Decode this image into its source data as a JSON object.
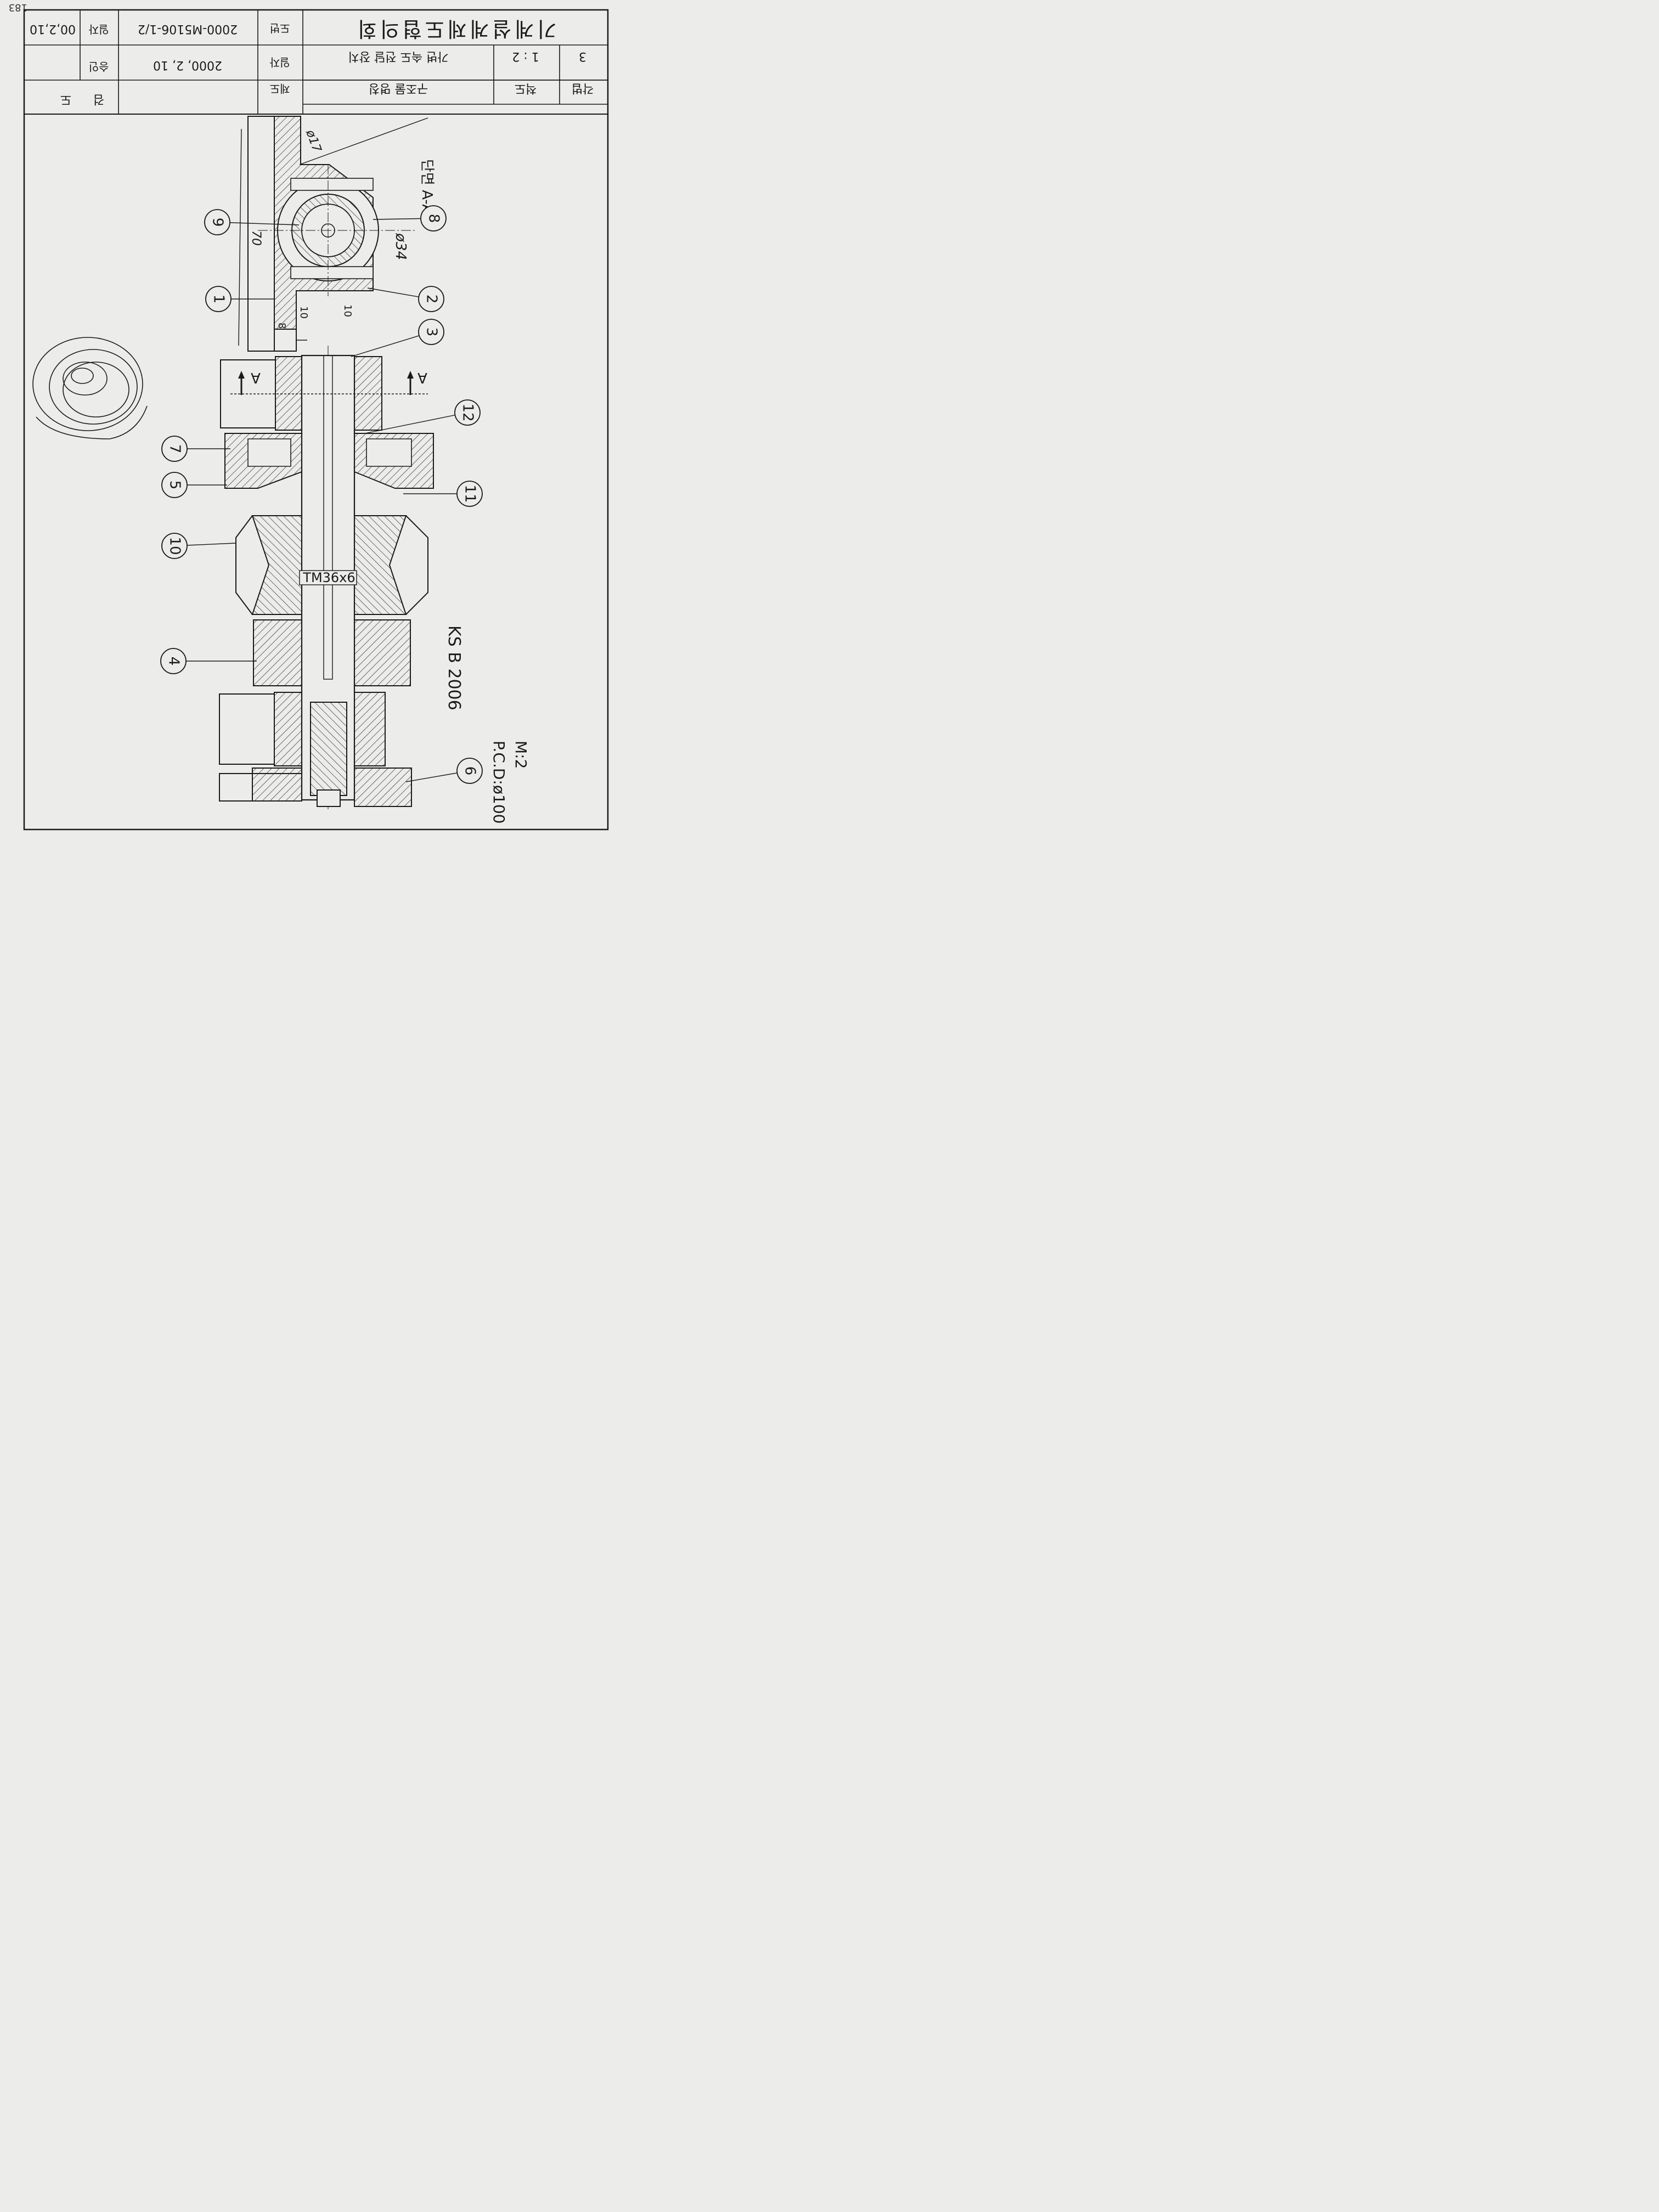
{
  "page_number": "183",
  "title_block": {
    "title": "기계설계제도협의회",
    "general_tolerance_label": "각법",
    "general_tolerance_value": "3",
    "scale_label": "척도",
    "scale_value": "1 : 2",
    "drawing_no_label": "도번",
    "drawing_no": "2000-M5106-1/2",
    "date_label": "일자",
    "date_value": "2000, 2, 10",
    "product_label": "제도",
    "product_name": "가변 속도 전달 장치",
    "part_group": "구조물 명칭",
    "checked_label": "검도",
    "approved_label": "승인",
    "approval_date_label": "일자",
    "approval_date": "00,2,10"
  },
  "drawing": {
    "section_label": "단면 A-A",
    "section_marker": "A",
    "thread_spec": "TM36x6",
    "standard": "KS B 2006",
    "note_module": "M:2",
    "note_pcd": "P.C.D:ø100",
    "dim_phi17": "ø17",
    "dim_phi34": "ø34",
    "dim_70": "70",
    "dim_10a": "10",
    "dim_10b": "10",
    "dim_8": "8",
    "balloons": [
      "1",
      "2",
      "3",
      "4",
      "5",
      "6",
      "7",
      "8",
      "9",
      "10",
      "11",
      "12"
    ]
  }
}
